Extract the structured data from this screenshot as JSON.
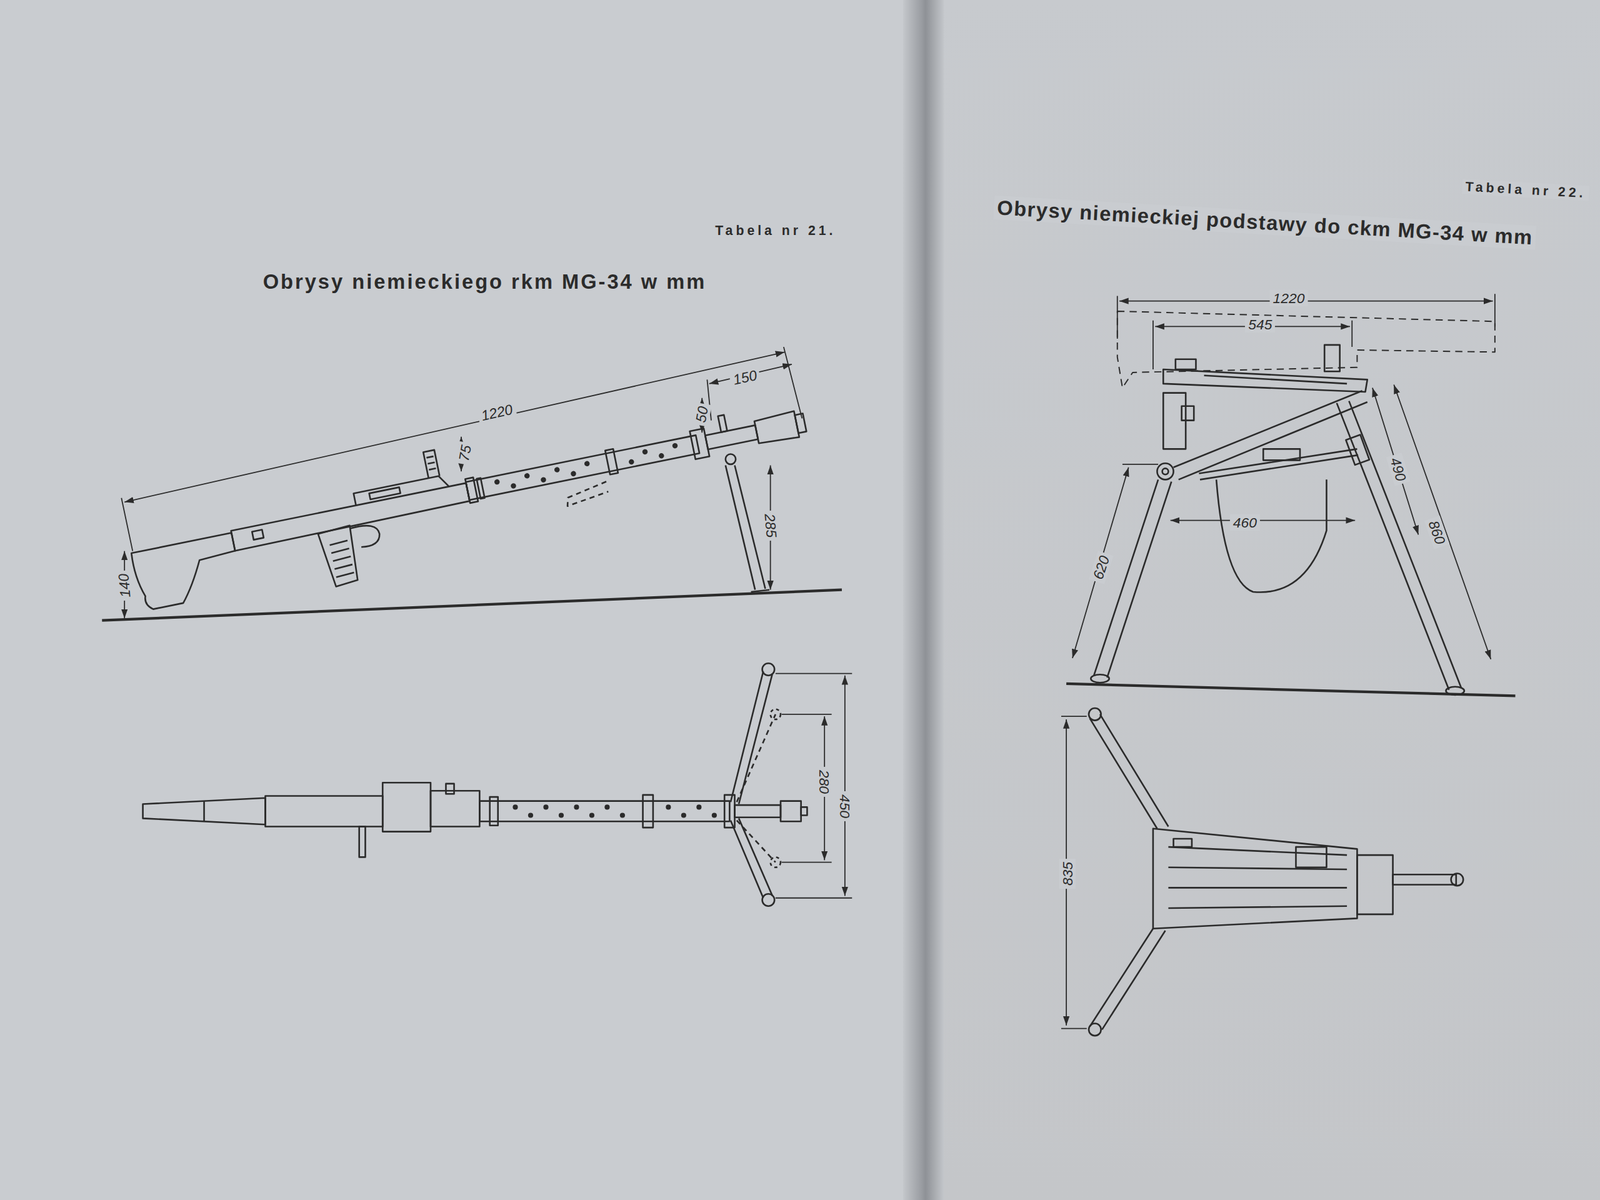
{
  "diagram": {
    "title": "Obrysy niemieckiego rkm MG-34 w mm",
    "labels": [
      "Tabela nr 21.",
      "1220",
      "150",
      "50",
      "75",
      "285",
      "140",
      "280",
      "450",
      "Tabela nr 22.",
      "Obrysy niemieckiej podstawy do ckm MG-34 w mm",
      "1220",
      "545",
      "490",
      "860",
      "460",
      "620",
      "835"
    ]
  }
}
